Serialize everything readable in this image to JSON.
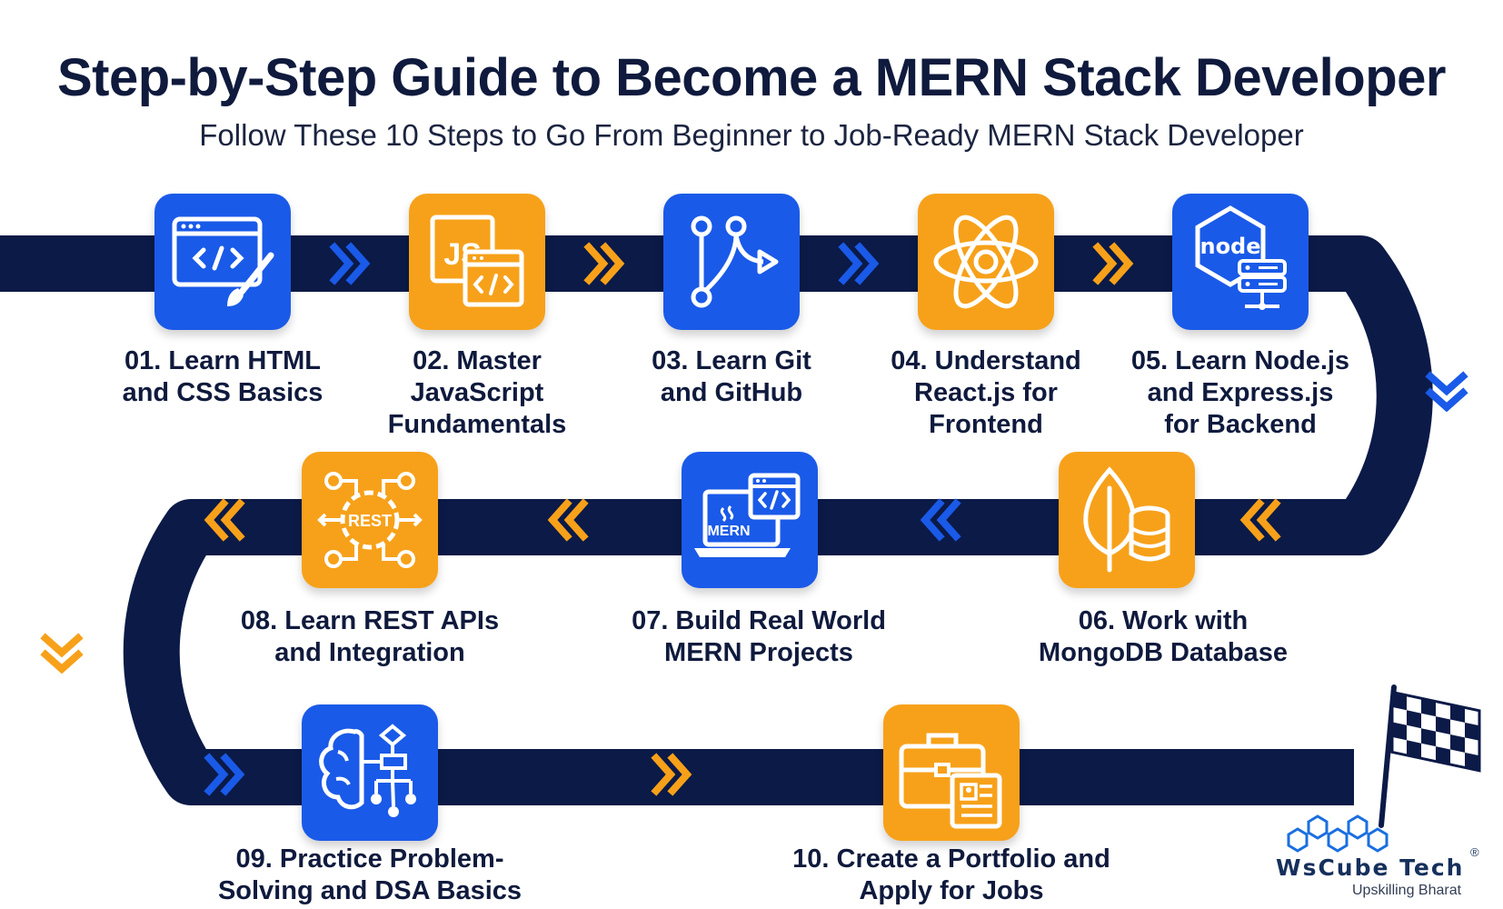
{
  "title": "Step-by-Step Guide to Become a MERN Stack Developer",
  "subtitle": "Follow These 10 Steps to Go From Beginner to Job-Ready MERN Stack Developer",
  "colors": {
    "road": "#0b1a47",
    "blue": "#1a5ae8",
    "orange": "#f7a11a",
    "title": "#0f1a3d"
  },
  "steps": [
    {
      "line1": "01. Learn HTML",
      "line2": "and CSS Basics",
      "line3": "",
      "icon": "code-editor-brush-icon",
      "color": "blue"
    },
    {
      "line1": "02. Master",
      "line2": "JavaScript",
      "line3": "Fundamentals",
      "icon": "javascript-file-icon",
      "color": "orange"
    },
    {
      "line1": "03. Learn Git",
      "line2": "and GitHub",
      "line3": "",
      "icon": "git-branch-icon",
      "color": "blue"
    },
    {
      "line1": "04. Understand",
      "line2": "React.js for",
      "line3": "Frontend",
      "icon": "react-atom-icon",
      "color": "orange"
    },
    {
      "line1": "05. Learn Node.js",
      "line2": "and Express.js",
      "line3": "for Backend",
      "icon": "node-server-icon",
      "color": "blue"
    },
    {
      "line1": "06. Work with",
      "line2": "MongoDB Database",
      "line3": "",
      "icon": "mongodb-leaf-database-icon",
      "color": "orange"
    },
    {
      "line1": "07. Build Real World",
      "line2": "MERN Projects",
      "line3": "",
      "icon": "mern-laptop-icon",
      "color": "blue"
    },
    {
      "line1": "08. Learn REST APIs",
      "line2": "and Integration",
      "line3": "",
      "icon": "rest-api-gear-icon",
      "color": "orange"
    },
    {
      "line1": "09. Practice Problem-",
      "line2": "Solving and DSA Basics",
      "line3": "",
      "icon": "brain-flowchart-icon",
      "color": "blue"
    },
    {
      "line1": "10. Create a Portfolio and",
      "line2": "Apply for Jobs",
      "line3": "",
      "icon": "briefcase-resume-icon",
      "color": "orange"
    }
  ],
  "icon_text": {
    "js": "JS",
    "node": "node",
    "rest": "REST",
    "mern": "MERN"
  },
  "brand": {
    "name": "WsCube Tech",
    "tagline": "Upskilling Bharat",
    "mark": "®",
    "icon": "hexagon-cluster-logo-icon"
  },
  "finish_icon": "checkered-flag-icon"
}
